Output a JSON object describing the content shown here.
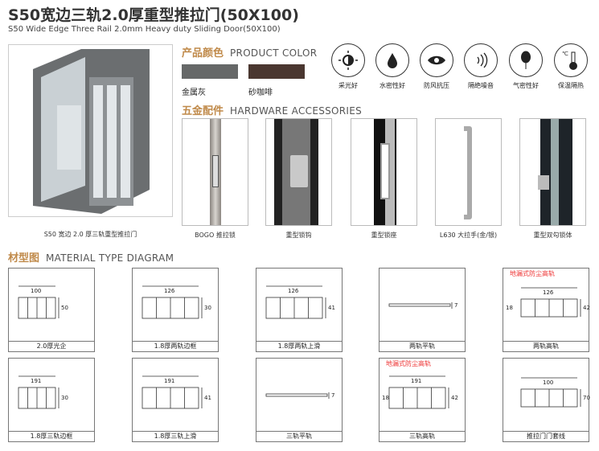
{
  "title": "S50宽边三轨2.0厚重型推拉门(50X100)",
  "subtitle": "S50 Wide Edge Three Rail 2.0mm Heavy duty Sliding Door(50X100)",
  "product_caption": "S50 宽边 2.0 厚三轨重型推拉门",
  "color_section": {
    "cn": "产品颜色",
    "en": "PRODUCT COLOR",
    "colors": [
      {
        "name": "金属灰",
        "hex": "#666868"
      },
      {
        "name": "砂咖啡",
        "hex": "#4a3730"
      }
    ]
  },
  "features": [
    {
      "label": "采光好",
      "icon": "sun-icon"
    },
    {
      "label": "水密性好",
      "icon": "water-drop-icon"
    },
    {
      "label": "防风抗压",
      "icon": "wind-icon"
    },
    {
      "label": "隔绝噪音",
      "icon": "sound-icon"
    },
    {
      "label": "气密性好",
      "icon": "balloon-icon"
    },
    {
      "label": "保温隔热",
      "icon": "thermometer-icon"
    }
  ],
  "hardware_section": {
    "cn": "五金配件",
    "en": "HARDWARE ACCESSORIES",
    "items": [
      "BOGO 推拉锁",
      "重型锁钩",
      "重型锁座",
      "L630 大拉手(金/银)",
      "重型双勾锁体"
    ]
  },
  "material_section": {
    "cn": "材型图",
    "en": "MATERIAL TYPE DIAGRAM",
    "items": [
      {
        "label": "2.0厚光企",
        "note": "",
        "dims": [
          "100",
          "50"
        ]
      },
      {
        "label": "1.8厚两轨边框",
        "note": "",
        "dims": [
          "126",
          "30"
        ]
      },
      {
        "label": "1.8厚两轨上滑",
        "note": "",
        "dims": [
          "126",
          "41"
        ]
      },
      {
        "label": "两轨平轨",
        "note": "",
        "dims": [
          "",
          "7"
        ]
      },
      {
        "label": "两轨高轨",
        "note": "地漏式防尘高轨",
        "dims": [
          "126",
          "42",
          "18"
        ]
      },
      {
        "label": "1.8厚三轨边框",
        "note": "",
        "dims": [
          "191",
          "30"
        ]
      },
      {
        "label": "1.8厚三轨上滑",
        "note": "",
        "dims": [
          "191",
          "41"
        ]
      },
      {
        "label": "三轨平轨",
        "note": "",
        "dims": [
          "",
          "7"
        ]
      },
      {
        "label": "三轨高轨",
        "note": "地漏式防尘高轨",
        "dims": [
          "191",
          "42",
          "18"
        ]
      },
      {
        "label": "推拉门门套线",
        "note": "",
        "dims": [
          "100",
          "70"
        ]
      }
    ]
  }
}
